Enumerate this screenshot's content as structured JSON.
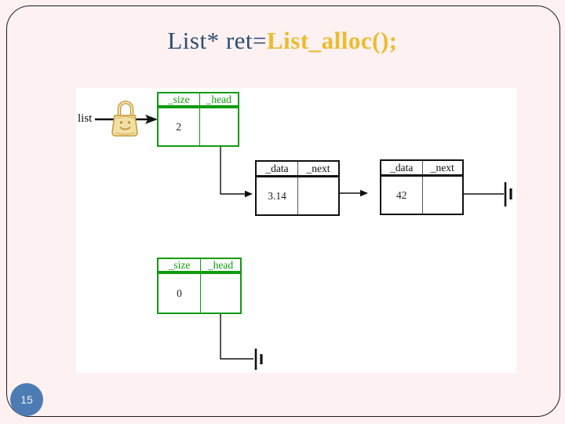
{
  "slide": {
    "title_prefix": "List* ret=",
    "title_highlight": "List_alloc();",
    "page_number": "15"
  },
  "colors": {
    "slide_background": "#fdf1f2",
    "title_prefix": "#2d4d71",
    "title_highlight": "#edbb2d",
    "table_green": "#0f9b0f",
    "node_border": "#111111",
    "badge_blue": "#4d7cb5"
  },
  "diagram": {
    "list_label": "list",
    "list_table": {
      "header_size": "_size",
      "header_head": "_head",
      "size_value": "2"
    },
    "node1": {
      "header_data": "_data",
      "header_next": "_next",
      "data_value": "3.14"
    },
    "node2": {
      "header_data": "_data",
      "header_next": "_next",
      "data_value": "42"
    },
    "empty_list_table": {
      "header_size": "_size",
      "header_head": "_head",
      "size_value": "0"
    }
  },
  "icons": {
    "lock": "lock-icon",
    "null_terminator": "null-terminator-icon"
  }
}
